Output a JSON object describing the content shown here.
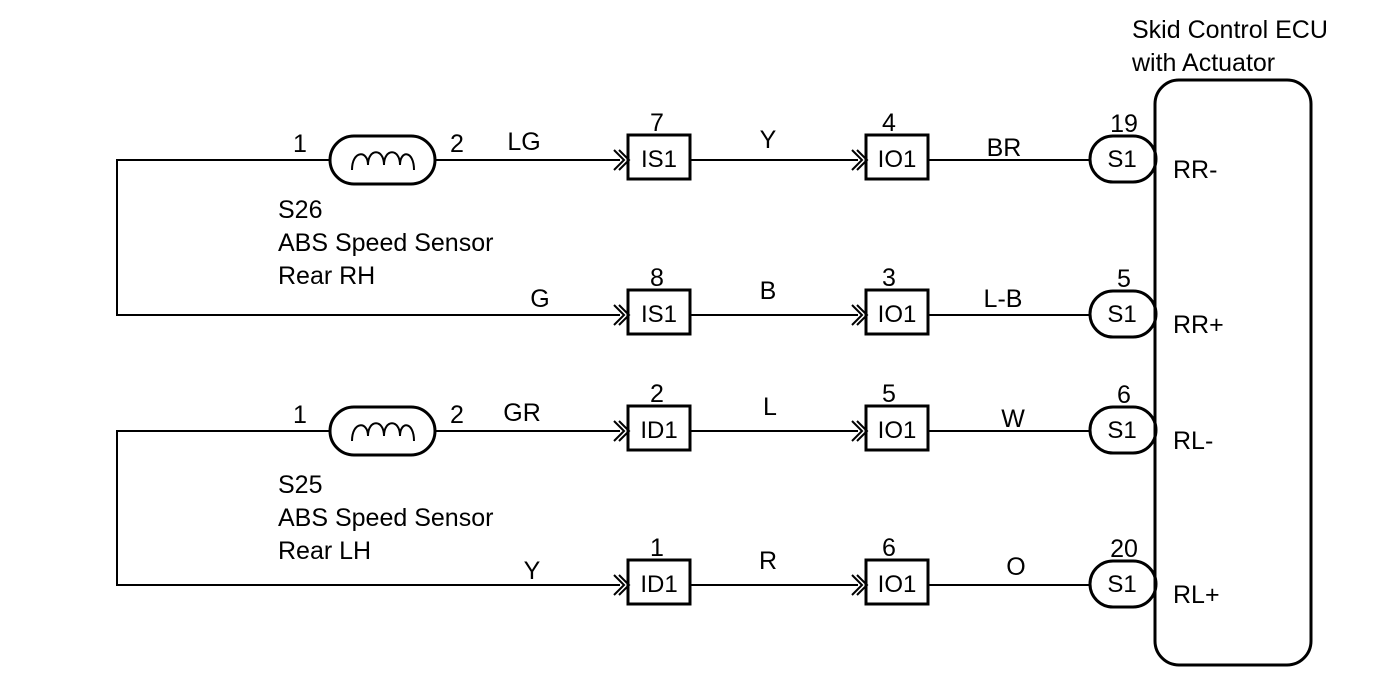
{
  "ecu": {
    "title_line1": "Skid Control ECU",
    "title_line2": "with Actuator"
  },
  "sensor_rh": {
    "code": "S26",
    "name": "ABS Speed Sensor",
    "side": "Rear RH",
    "pin1": "1",
    "pin2": "2"
  },
  "sensor_lh": {
    "code": "S25",
    "name": "ABS Speed Sensor",
    "side": "Rear LH",
    "pin1": "1",
    "pin2": "2"
  },
  "circuits": [
    {
      "wire1": "LG",
      "conn1_pin": "7",
      "conn1": "IS1",
      "wire2": "Y",
      "conn2_pin": "4",
      "conn2": "IO1",
      "wire3": "BR",
      "ecu_pin": "19",
      "ecu_conn": "S1",
      "terminal": "RR-"
    },
    {
      "wire1": "G",
      "conn1_pin": "8",
      "conn1": "IS1",
      "wire2": "B",
      "conn2_pin": "3",
      "conn2": "IO1",
      "wire3": "L-B",
      "ecu_pin": "5",
      "ecu_conn": "S1",
      "terminal": "RR+"
    },
    {
      "wire1": "GR",
      "conn1_pin": "2",
      "conn1": "ID1",
      "wire2": "L",
      "conn2_pin": "5",
      "conn2": "IO1",
      "wire3": "W",
      "ecu_pin": "6",
      "ecu_conn": "S1",
      "terminal": "RL-"
    },
    {
      "wire1": "Y",
      "conn1_pin": "1",
      "conn1": "ID1",
      "wire2": "R",
      "conn2_pin": "6",
      "conn2": "IO1",
      "wire3": "O",
      "ecu_pin": "20",
      "ecu_conn": "S1",
      "terminal": "RL+"
    }
  ]
}
